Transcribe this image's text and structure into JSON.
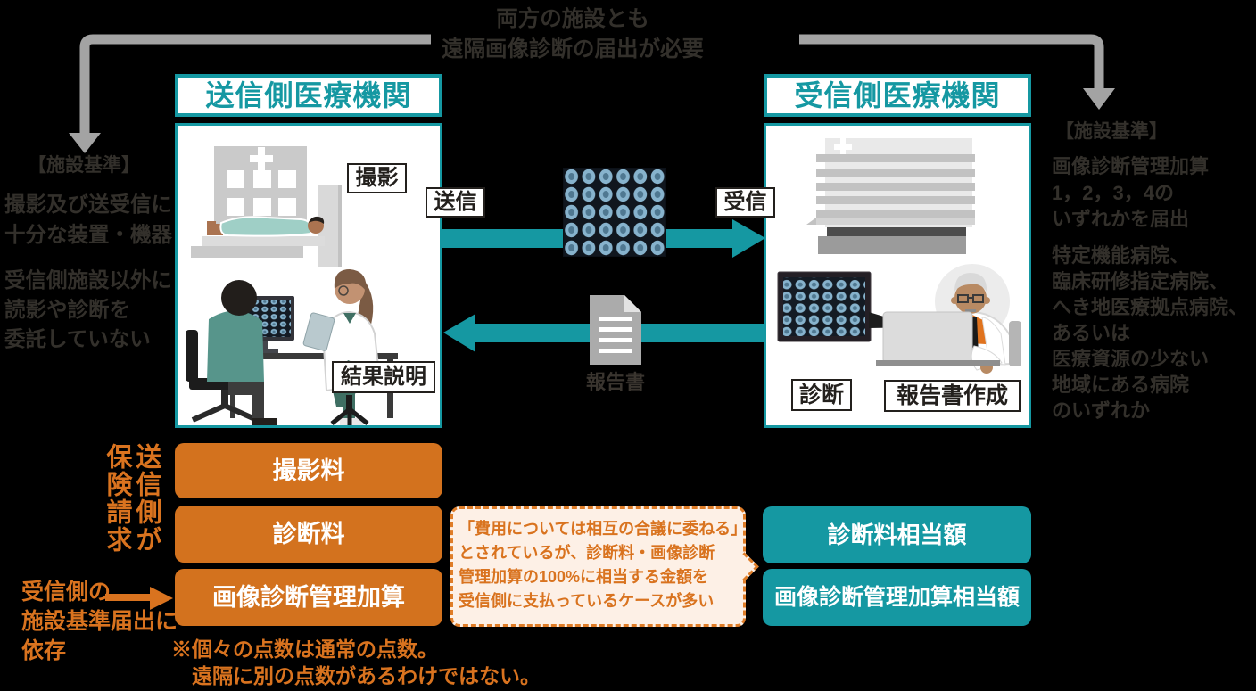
{
  "title": {
    "line1": "両方の施設とも",
    "line2": "遠隔画像診断の届出が必要"
  },
  "sender": {
    "header": "送信側医療機関",
    "step_shoot": "撮影",
    "step_result": "結果説明",
    "criteria_heading": "【施設基準】",
    "criteria1_line1": "撮影及び送受信に",
    "criteria1_line2": "十分な装置・機器",
    "criteria2_line1": "受信側施設以外に",
    "criteria2_line2": "読影や診断を",
    "criteria2_line3": "委託していない"
  },
  "receiver": {
    "header": "受信側医療機関",
    "step_diagnosis": "診断",
    "step_report": "報告書作成",
    "criteria_heading": "【施設基準】",
    "criteria1_line1": "画像診断管理加算",
    "criteria1_line2": "1，2，3，4の",
    "criteria1_line3": "いずれかを届出",
    "criteria2_line1": "特定機能病院、",
    "criteria2_line2": "臨床研修指定病院、",
    "criteria2_line3": "へき地医療拠点病院、",
    "criteria2_line4": "あるいは",
    "criteria2_line5": "医療資源の少ない",
    "criteria2_line6": "地域にある病院",
    "criteria2_line7": "のいずれか"
  },
  "flow": {
    "send": "送信",
    "receive": "受信",
    "report": "報告書"
  },
  "billing": {
    "vertical_label_line1": "送信側が",
    "vertical_label_line2": "保険請求",
    "sender_box1": "撮影料",
    "sender_box2": "診断料",
    "sender_box3": "画像診断管理加算",
    "receiver_box1": "診断料相当額",
    "receiver_box2": "画像診断管理加算相当額",
    "dependency_line1": "受信側の",
    "dependency_line2": "施設基準届出に",
    "dependency_line3": "依存",
    "bubble_line1": "「費用については相互の合議に委ねる」",
    "bubble_line2": "とされているが、診断料・画像診断",
    "bubble_line3": "管理加算の100%に相当する金額を",
    "bubble_line4": "受信側に支払っているケースが多い",
    "note_line1": "※個々の点数は通常の点数。",
    "note_line2": "遠隔に別の点数があるわけではない。"
  },
  "icons": {
    "facility_arrows": "gray-elbow-down-arrow",
    "send_arrow": "teal-right-arrow",
    "return_arrow": "teal-left-arrow",
    "dependency_arrow": "orange-right-arrow",
    "mri_thumbnails": "brain-scan-grid",
    "report_document": "document-icon"
  },
  "colors": {
    "teal": "#1598a2",
    "orange": "#d9731f",
    "orange_box": "#d3721e",
    "gray_arrow": "#a3a3a3",
    "dark_text": "#33302b",
    "bubble_bg": "#fdf0e6"
  }
}
